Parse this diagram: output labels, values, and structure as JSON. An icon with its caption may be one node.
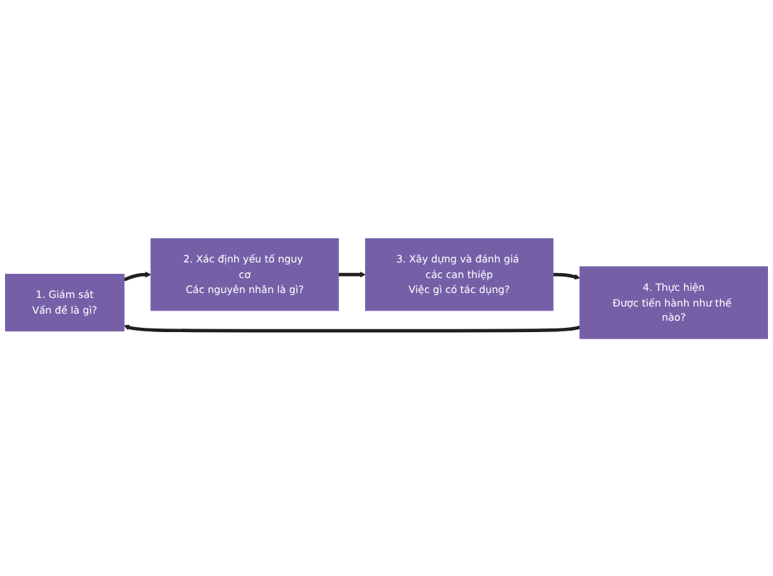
{
  "diagram": {
    "nodes": [
      {
        "text": [
          "1. Giám sát",
          "Vấn đề là gì?"
        ]
      },
      {
        "text": [
          "2. Xác định yếu tố nguy cơ",
          "Các nguyên nhân là gì?"
        ]
      },
      {
        "text": [
          "3. Xây dựng và đánh giá các can thiệp",
          "Việc gì có tác dụng?"
        ]
      },
      {
        "text": [
          "4. Thực hiện",
          "Được tiến hành như thế nào?"
        ]
      }
    ],
    "edges": [
      {
        "from": 0,
        "to": 1,
        "arrow": "to"
      },
      {
        "from": 1,
        "to": 2,
        "arrow": "to"
      },
      {
        "from": 2,
        "to": 3,
        "arrow": "to"
      },
      {
        "from": 3,
        "to": 0,
        "arrow": "to"
      }
    ]
  }
}
